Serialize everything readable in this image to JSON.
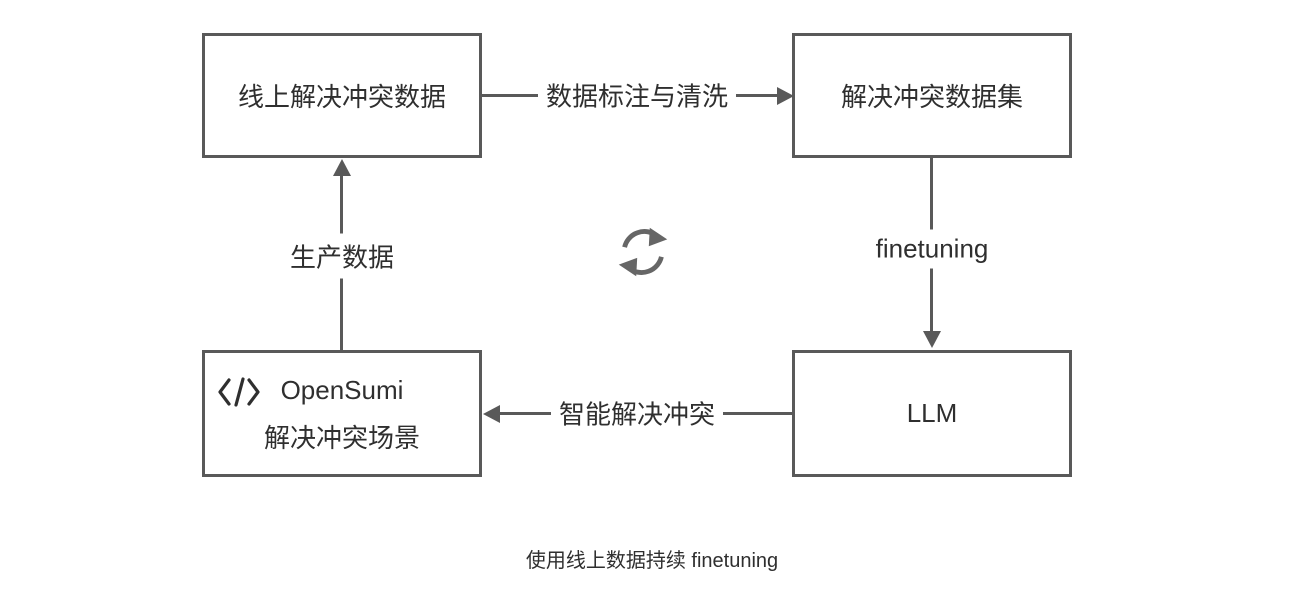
{
  "diagram": {
    "nodes": {
      "online_data": {
        "label": "线上解决冲突数据"
      },
      "dataset": {
        "label": "解决冲突数据集"
      },
      "opensumi": {
        "icon": "code-icon",
        "line1": "OpenSumi",
        "line2": "解决冲突场景"
      },
      "llm": {
        "label": "LLM"
      }
    },
    "edges": {
      "annotate_clean": {
        "label": "数据标注与清洗",
        "from": "online_data",
        "to": "dataset",
        "direction": "right"
      },
      "finetuning": {
        "label": "finetuning",
        "from": "dataset",
        "to": "llm",
        "direction": "down"
      },
      "smart_resolve": {
        "label": "智能解决冲突",
        "from": "llm",
        "to": "opensumi",
        "direction": "left"
      },
      "production_data": {
        "label": "生产数据",
        "from": "opensumi",
        "to": "online_data",
        "direction": "up"
      }
    },
    "center_icon": "refresh-cycle-icon",
    "caption": "使用线上数据持续 finetuning",
    "colors": {
      "stroke": "#595959",
      "text": "#2f2f2f",
      "icon": "#666666",
      "background": "#ffffff"
    }
  }
}
